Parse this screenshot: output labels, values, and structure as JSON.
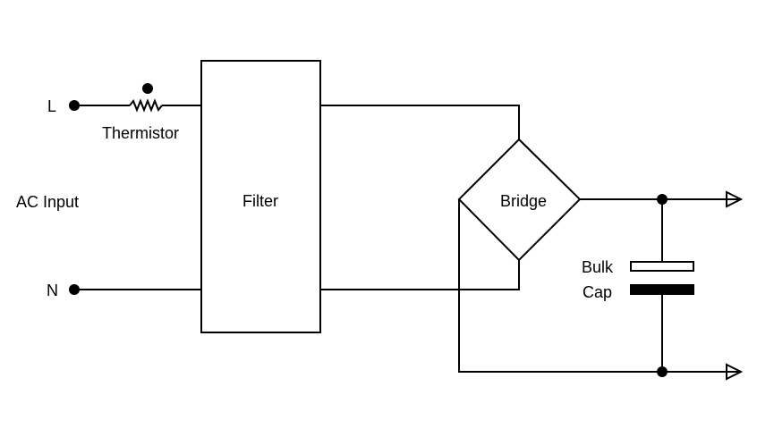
{
  "labels": {
    "line": "L",
    "neutral": "N",
    "ac_input": "AC Input",
    "thermistor": "Thermistor",
    "filter": "Filter",
    "bridge": "Bridge",
    "bulk_cap_line1": "Bulk",
    "bulk_cap_line2": "Cap"
  },
  "colors": {
    "stroke": "#000000",
    "background": "#ffffff"
  }
}
